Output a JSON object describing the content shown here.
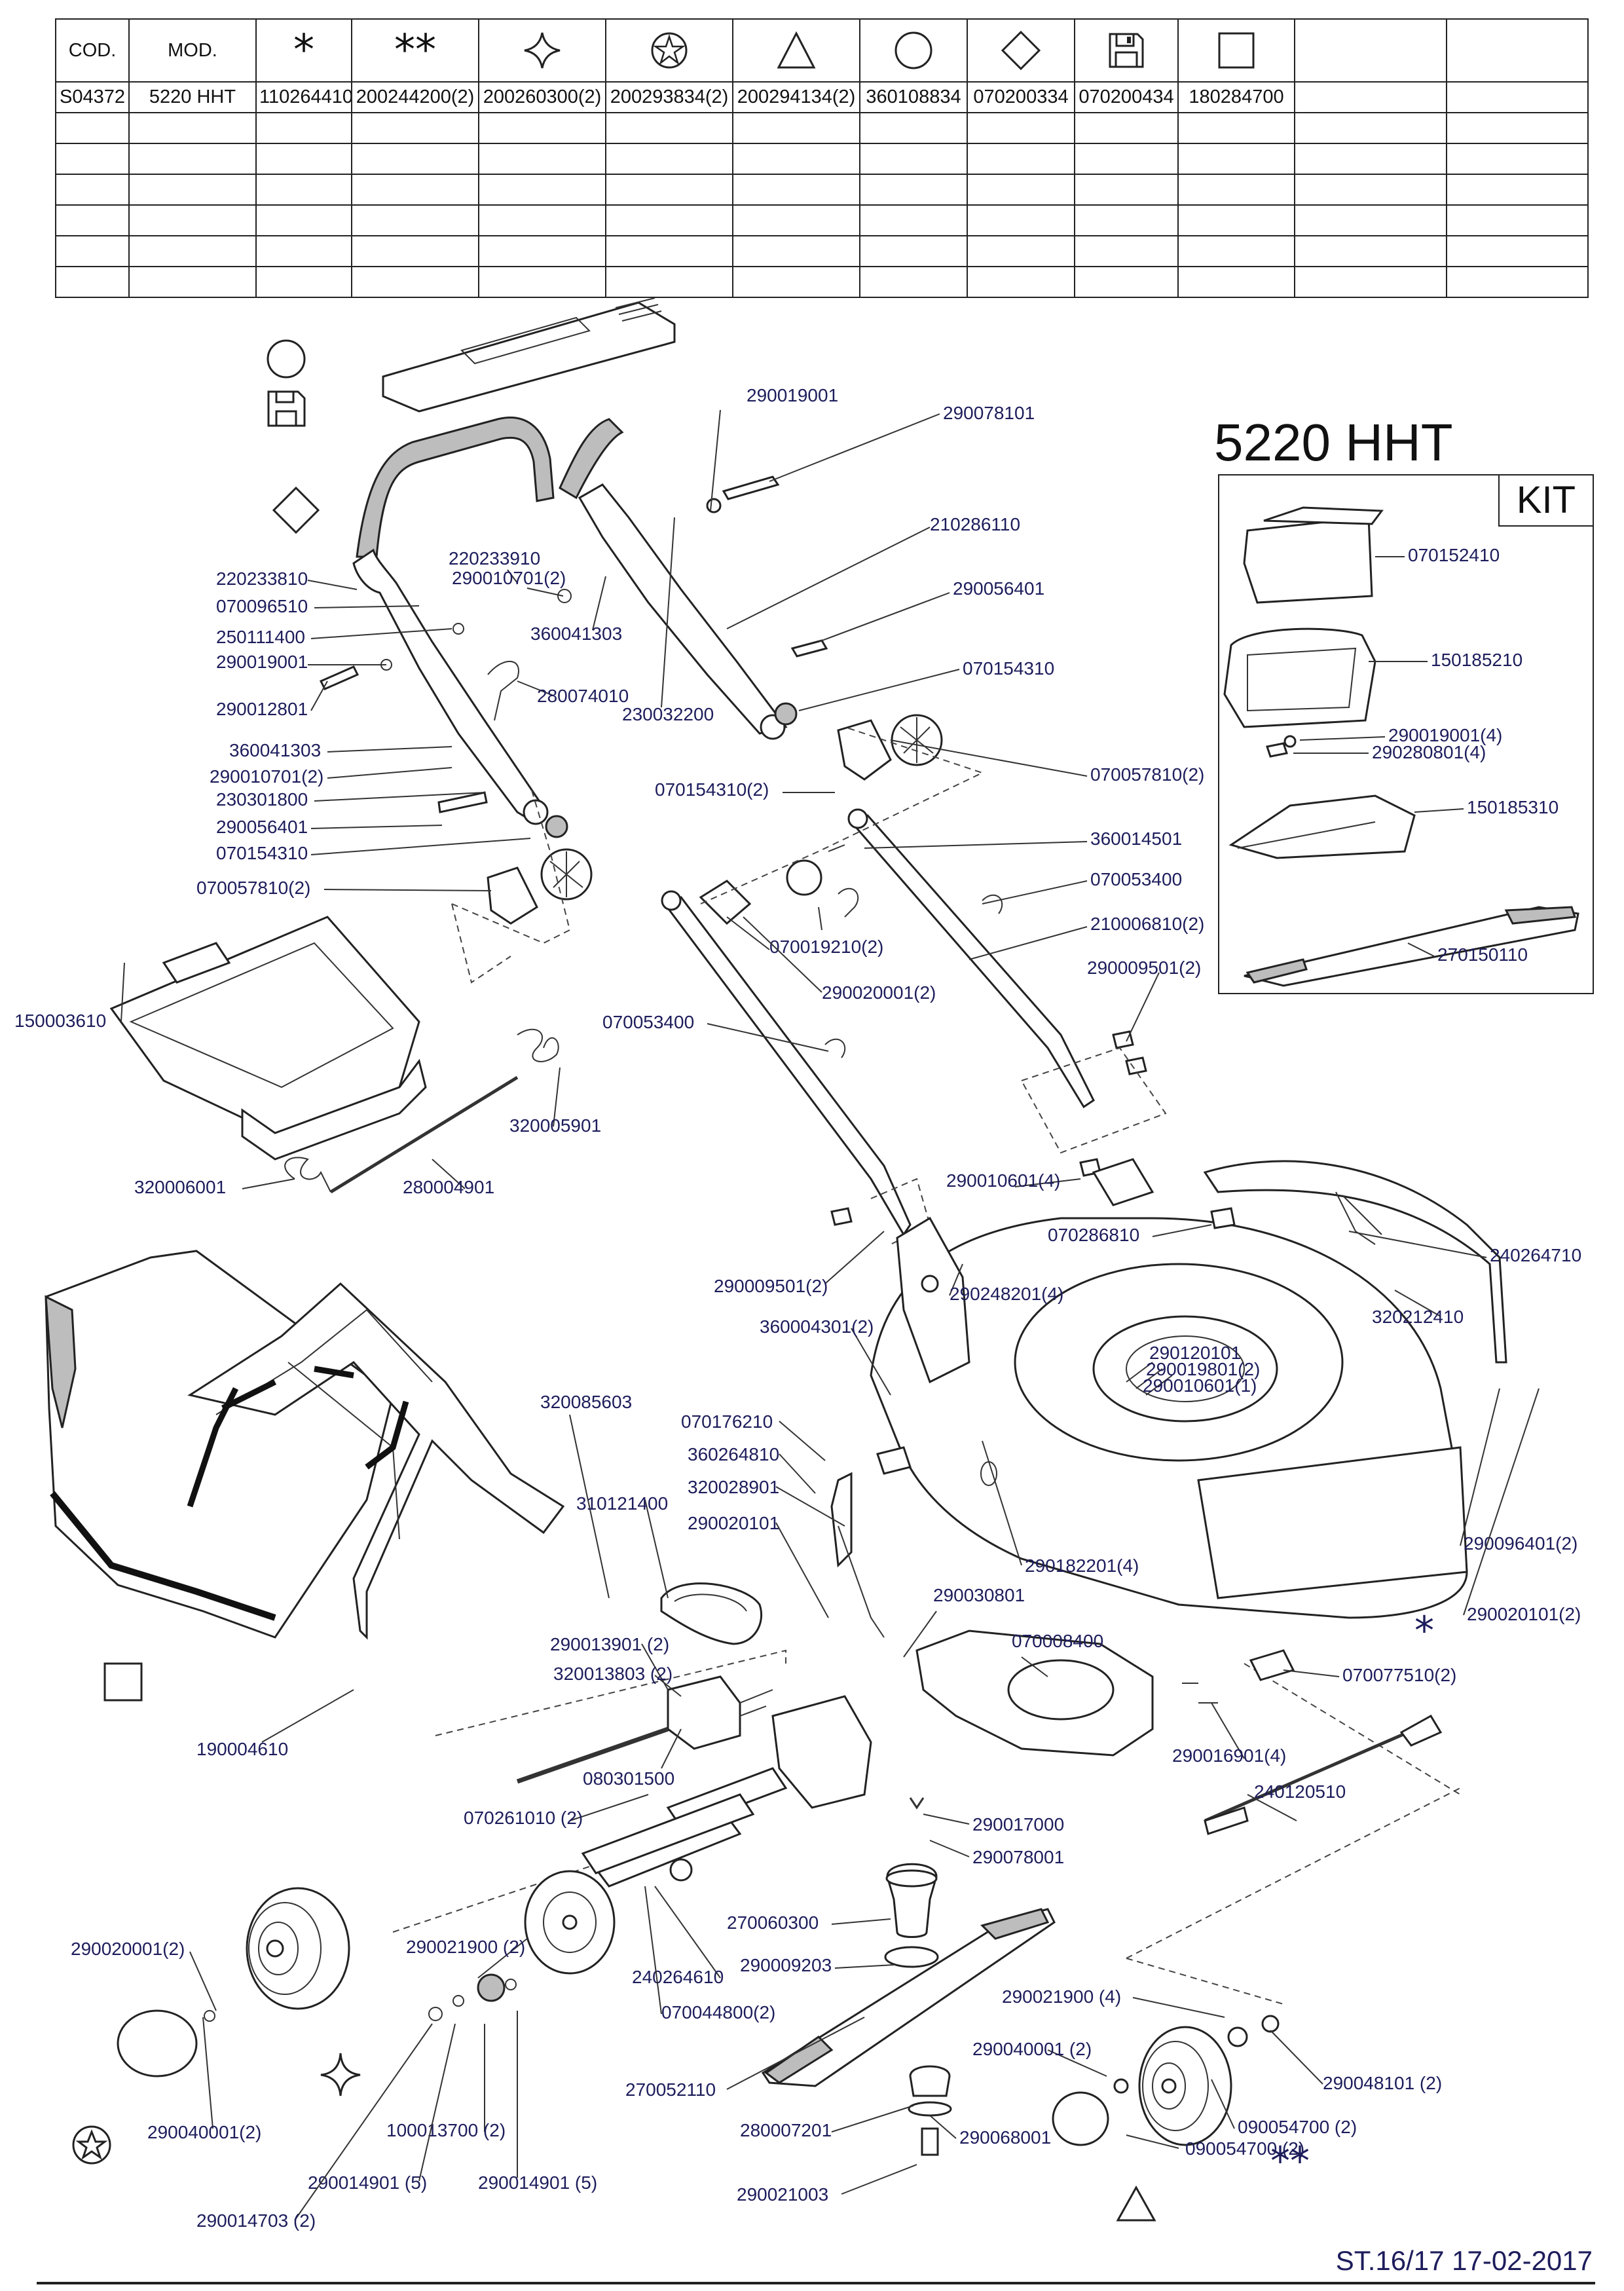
{
  "table": {
    "headers": [
      "COD.",
      "MOD."
    ],
    "symbol_columns": [
      {
        "symbol": "*",
        "part": "110264410"
      },
      {
        "symbol": "**",
        "part": "200244200(2)"
      },
      {
        "symbol": "four-point-star-icon",
        "part": "200260300(2)"
      },
      {
        "symbol": "star-circle-icon",
        "part": "200293834(2)"
      },
      {
        "symbol": "triangle-icon",
        "part": "200294134(2)"
      },
      {
        "symbol": "circle-icon",
        "part": "360108834"
      },
      {
        "symbol": "diamond-icon",
        "part": "070200334"
      },
      {
        "symbol": "floppy-disk-icon",
        "part": "070200434"
      },
      {
        "symbol": "square-icon",
        "part": "180284700"
      }
    ],
    "code": "S04372",
    "model": "5220 HHT"
  },
  "model_title": "5220 HHT",
  "kit": {
    "label": "KIT",
    "parts": [
      "070152410",
      "150185210",
      "290019001(4)",
      "290280801(4)",
      "150185310",
      "270150110"
    ]
  },
  "callouts": [
    "290019001",
    "290078101",
    "210286110",
    "290056401",
    "070154310",
    "220233810",
    "220233910",
    "290010701(2)",
    "070096510",
    "250111400",
    "360041303",
    "290019001",
    "280074010",
    "230032200",
    "290012801",
    "070057810(2)",
    "360041303",
    "290010701(2)",
    "230301800",
    "070154310(2)",
    "290056401",
    "070154310",
    "360014501",
    "070057810(2)",
    "070053400",
    "070019210(2)",
    "210006810(2)",
    "150003610",
    "290020001(2)",
    "290009501(2)",
    "070053400",
    "320005901",
    "320006001",
    "280004901",
    "290010601(4)",
    "070286810",
    "240264710",
    "290009501(2)",
    "290248201(4)",
    "320212410",
    "360004301(2)",
    "290120101",
    "290019801(2)",
    "290010601(1)",
    "320085603",
    "070176210",
    "360264810",
    "310121400",
    "320028901",
    "290020101",
    "290182201(4)",
    "290096401(2)",
    "290030801",
    "290020101(2)",
    "070008400",
    "290013901 (2)",
    "320013803 (2)",
    "070077510(2)",
    "080301500",
    "190004610",
    "290016901(4)",
    "070261010 (2)",
    "240120510",
    "290017000",
    "290078001",
    "290021900 (2)",
    "270060300",
    "290020001(2)",
    "290009203",
    "240264610",
    "070044800(2)",
    "290021900 (4)",
    "290040001 (2)",
    "290048101 (2)",
    "270052110",
    "090054700 (2)",
    "290040001(2)",
    "100013700 (2)",
    "280007201",
    "290068001",
    "090054700 (2)",
    "290014901 (5)",
    "290014901 (5)",
    "290021003",
    "290014703 (2)"
  ],
  "footer": "ST.16/17  17-02-2017"
}
